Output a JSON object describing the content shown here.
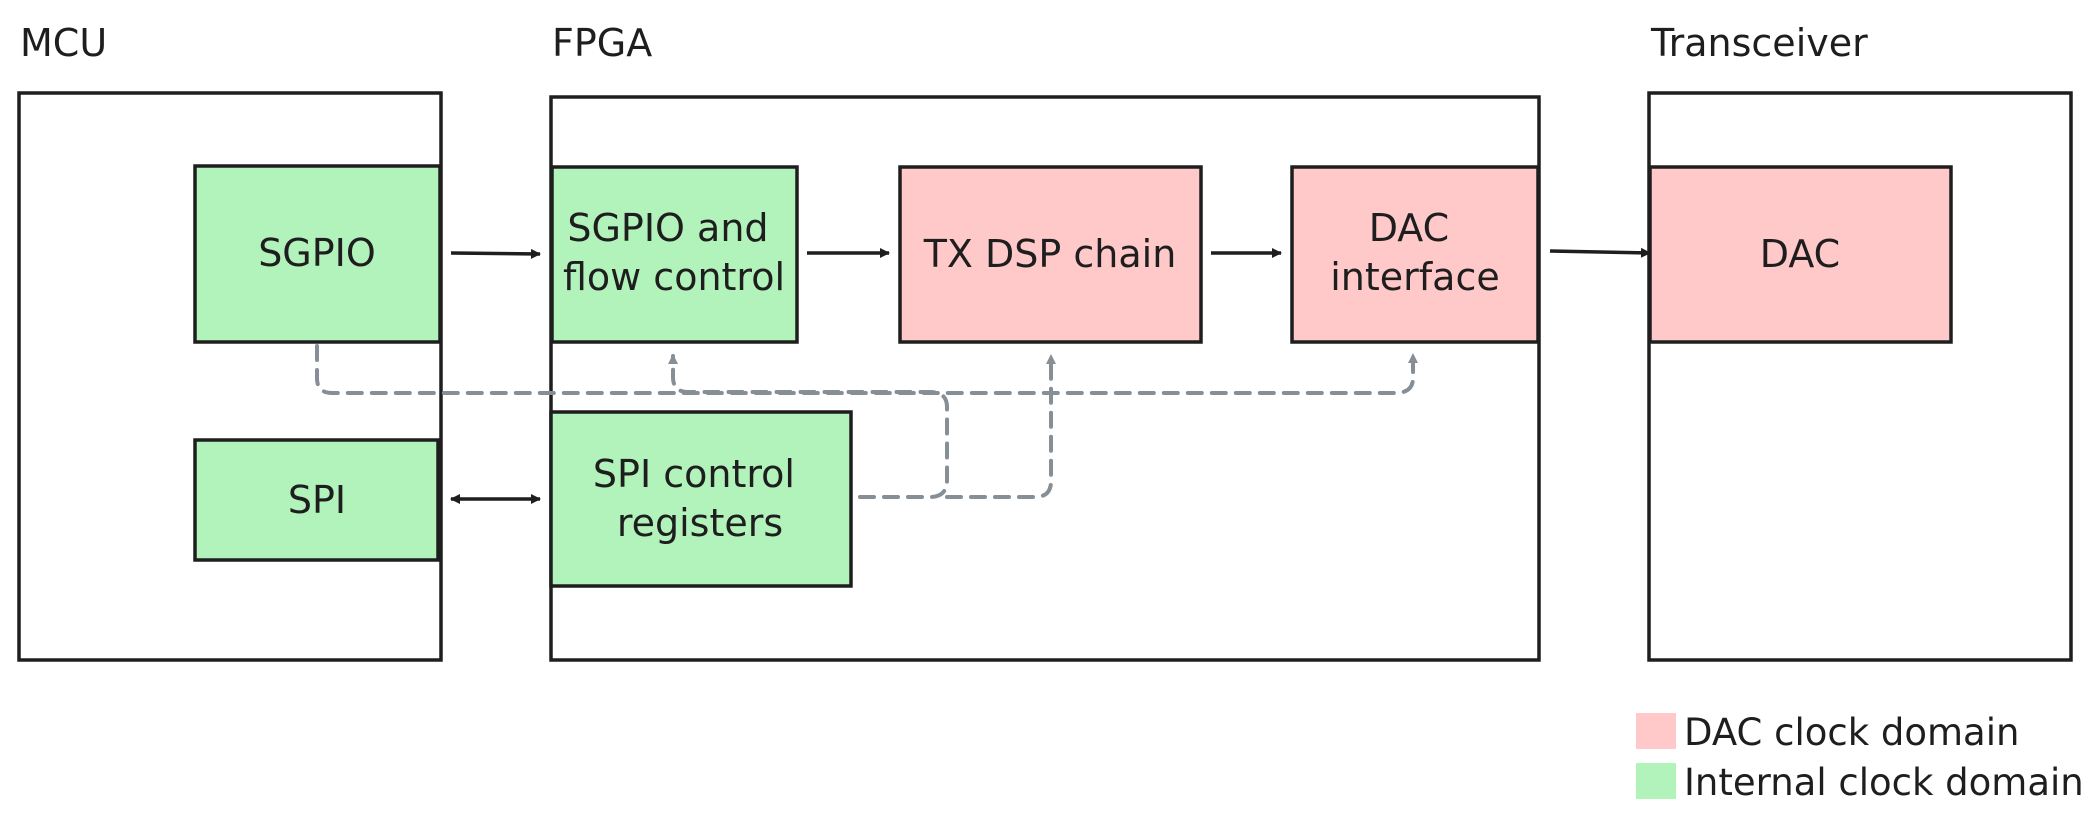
{
  "colors": {
    "dac_domain": "#ffc9c9",
    "internal_domain": "#b2f2bb",
    "stroke": "#1e1e1e",
    "control_line": "#868e96"
  },
  "containers": {
    "mcu": "MCU",
    "fpga": "FPGA",
    "transceiver": "Transceiver"
  },
  "blocks": {
    "mcu_sgpio": "SGPIO",
    "mcu_spi": "SPI",
    "fpga_sgpio": [
      "SGPIO and",
      "flow control"
    ],
    "tx_dsp": "TX DSP chain",
    "dac_interface": [
      "DAC",
      "interface"
    ],
    "spi_registers": [
      "SPI control",
      "registers"
    ],
    "dac": "DAC"
  },
  "legend": {
    "dac_domain": "DAC clock domain",
    "internal_domain": "Internal clock domain"
  }
}
